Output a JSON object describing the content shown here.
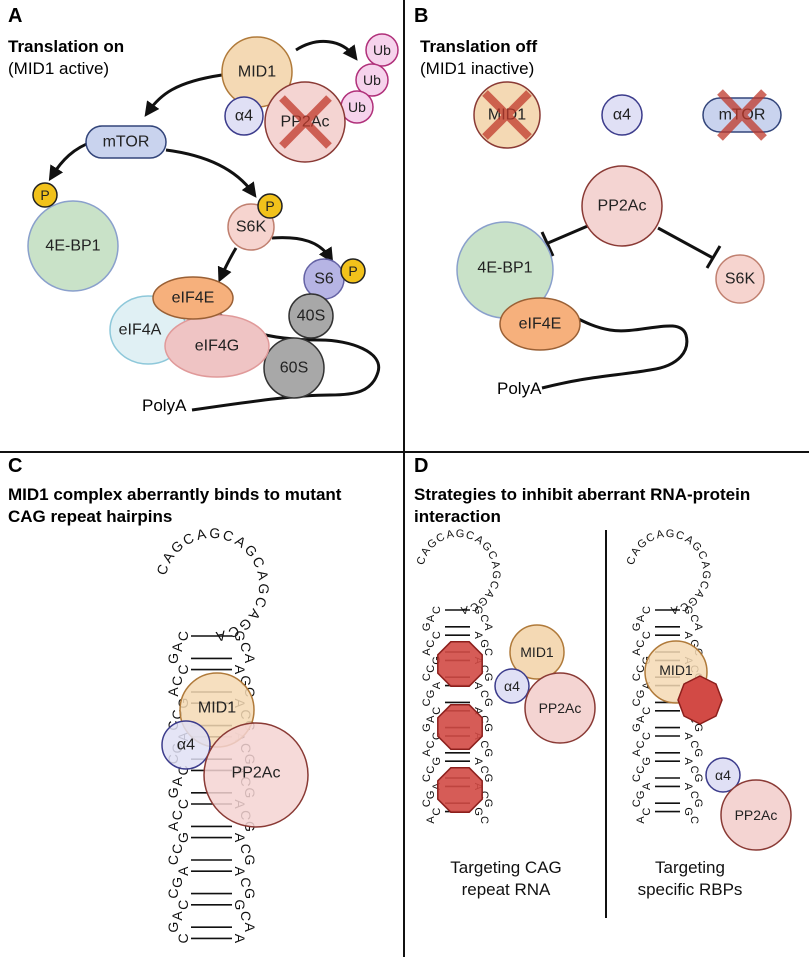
{
  "panels": {
    "A": {
      "letter": "A",
      "title": "Translation on",
      "subtitle": "(MID1 active)"
    },
    "B": {
      "letter": "B",
      "title": "Translation off",
      "subtitle": "(MID1 inactive)"
    },
    "C": {
      "letter": "C",
      "title_line1": "MID1 complex aberrantly binds to mutant",
      "title_line2": "CAG repeat hairpins"
    },
    "D": {
      "letter": "D",
      "title_line1": "Strategies to inhibit aberrant  RNA-protein",
      "title_line2": "interaction",
      "caption_left_1": "Targeting CAG",
      "caption_left_2": "repeat RNA",
      "caption_right_1": "Targeting",
      "caption_right_2": "specific RBPs"
    }
  },
  "molecules": {
    "mid1": "MID1",
    "alpha4": "α4",
    "pp2ac": "PP2Ac",
    "ub": "Ub",
    "mtor": "mTOR",
    "p": "P",
    "fourebp1": "4E-BP1",
    "s6k": "S6K",
    "s6": "S6",
    "eif4e": "eIF4E",
    "eif4a": "eIF4A",
    "eif4g": "eIF4G",
    "s40": "40S",
    "s60": "60S",
    "polya": "PolyA"
  },
  "colors": {
    "mid1": "#f4d9b4",
    "mid1_stroke": "#b07a3a",
    "alpha4": "#e0e0f5",
    "alpha4_stroke": "#3c3c8c",
    "pp2ac": "#f4d4d2",
    "pp2ac_stroke": "#8a3a35",
    "ub": "#f6d3ec",
    "ub_stroke": "#b0307a",
    "mtor": "#c9d3ee",
    "mtor_stroke": "#33457a",
    "p": "#f2c21b",
    "p_stroke": "#222222",
    "fourebp1": "#c9e2c8",
    "fourebp1_stroke": "#8aa0cc",
    "s6k": "#f6d4cf",
    "s6k_stroke": "#c08070",
    "s6": "#b6b4e4",
    "s6_stroke": "#6462a4",
    "eif4e": "#f6b07c",
    "eif4e_stroke": "#9a6035",
    "eif4a": "#e0f0f4",
    "eif4a_stroke": "#8ec8da",
    "eif4g": "#efc4c4",
    "eif4g_stroke": "#e09a9a",
    "ribosome": "#a8a8a8",
    "ribosome_stroke": "#333333",
    "cross": "#c0392b",
    "inhibitor": "#d24a45",
    "inhibitor_stroke": "#8c1f1c"
  },
  "sequences": {
    "c_loop": "CAGCAGCAGCAGCAGCA",
    "c_left": [
      "C",
      "A",
      "G",
      "C",
      "C",
      "A",
      "G",
      "C",
      "C",
      "A",
      "G",
      "C",
      "C",
      "A",
      "G",
      "C",
      "C",
      "A",
      "G",
      "C",
      "C",
      "A",
      "G",
      "C",
      "C",
      "A",
      "G",
      "C"
    ],
    "c_right": [
      "G",
      "C",
      "A",
      "A",
      "G",
      "C",
      "A",
      "C",
      "G",
      "A",
      "C",
      "G",
      "A",
      "C",
      "G",
      "A",
      "C",
      "G",
      "A",
      "C",
      "G",
      "A",
      "C",
      "G"
    ],
    "d_loop": "CAGCAGCAGCAGCAGCA"
  }
}
